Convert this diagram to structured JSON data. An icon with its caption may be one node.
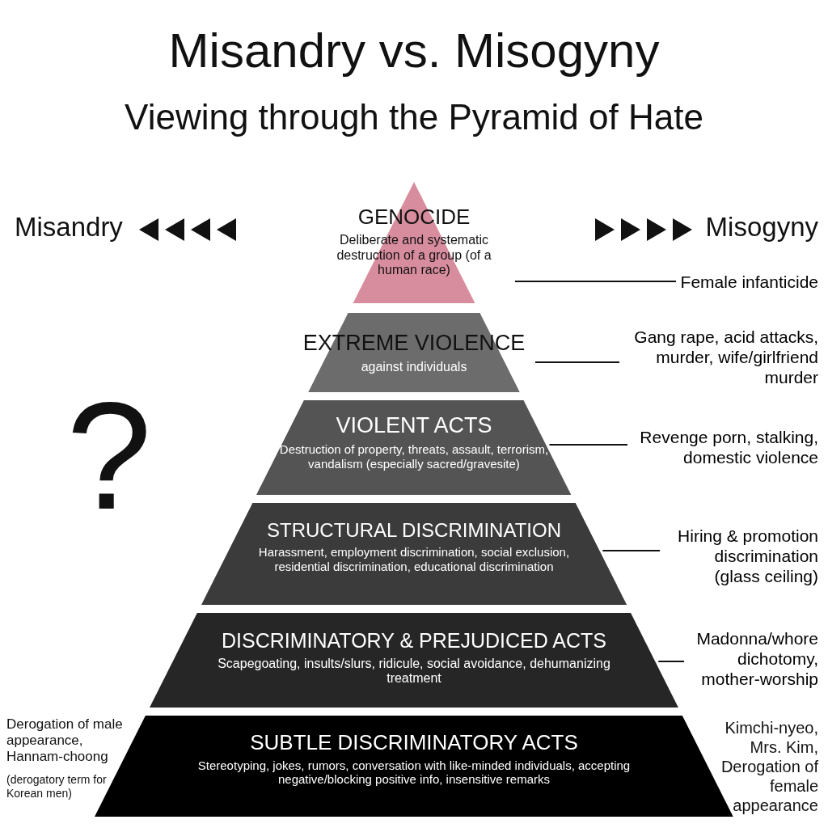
{
  "diagram": {
    "title": "Misandry vs. Misogyny",
    "nodes": [
      {
        "text": [
          "GENOCIDE",
          "Deliberate and systematic destruction of a group (of a human race)"
        ]
      },
      {
        "text": [
          "EXTREME VIOLENCE",
          "against individuals"
        ]
      },
      {
        "text": [
          "VIOLENT ACTS",
          "Destruction of property, threats, assault, terrorism, vandalism (especially sacred/gravesite)"
        ]
      },
      {
        "text": [
          "STRUCTURAL DISCRIMINATION",
          "Harassment, employment discrimination, social exclusion, residential discrimination, educational discrimination"
        ]
      },
      {
        "text": [
          "DISCRIMINATORY & PREJUDICED ACTS",
          "Scapegoating, insults/slurs, ridicule, social avoidance, dehumanizing treatment"
        ]
      },
      {
        "text": [
          "SUBTLE DISCRIMINATORY ACTS",
          "Stereotyping, jokes, rumors, conversation with like-minded individuals, accepting negative/blocking positive info, insensitive remarks"
        ]
      },
      {
        "text": [
          "Female infanticide"
        ]
      },
      {
        "text": [
          "Gang rape, acid attacks, murder, wife/girlfriend murder"
        ]
      },
      {
        "text": [
          "Revenge porn, stalking, domestic violence"
        ]
      },
      {
        "text": [
          "Hiring & promotion discrimination (glass ceiling)"
        ]
      },
      {
        "text": [
          "Madonna/whore dichotomy, mother-worship"
        ]
      }
    ],
    "edges": [
      {
        "from": 6,
        "to": 0,
        "arrow": "none"
      },
      {
        "from": 7,
        "to": 1,
        "arrow": "none"
      },
      {
        "from": 8,
        "to": 2,
        "arrow": "none"
      },
      {
        "from": 9,
        "to": 3,
        "arrow": "none"
      },
      {
        "from": 10,
        "to": 4,
        "arrow": "none"
      }
    ],
    "labels": [
      "Viewing through the Pyramid of Hate",
      "Misandry",
      "Misogyny",
      "?",
      "Derogation of male appearance, Hannam-choong",
      "(derogatory term for Korean men)",
      "Kimchi-nyeo, Mrs. Kim, Derogation of female appearance"
    ]
  }
}
